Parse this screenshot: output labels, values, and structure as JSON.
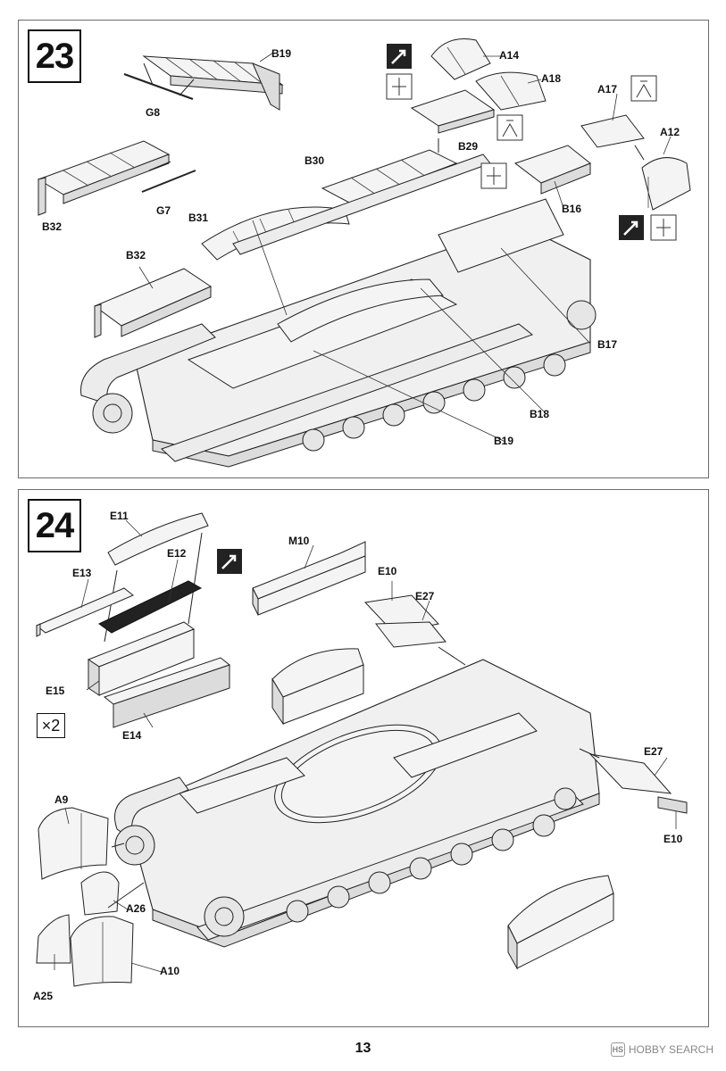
{
  "page": {
    "number": "13"
  },
  "watermark": {
    "text": "HOBBY SEARCH",
    "logo": "HS"
  },
  "step23": {
    "number": "23",
    "labels": {
      "B19a": "B19",
      "G8": "G8",
      "A14": "A14",
      "A18": "A18",
      "A17": "A17",
      "A12": "A12",
      "B29": "B29",
      "B16": "B16",
      "B32a": "B32",
      "G7": "G7",
      "B30": "B30",
      "B31": "B31",
      "B32b": "B32",
      "B17": "B17",
      "B18": "B18",
      "B19b": "B19"
    }
  },
  "step24": {
    "number": "24",
    "multiplier": "×2",
    "labels": {
      "E11": "E11",
      "E12": "E12",
      "E13": "E13",
      "M10": "M10",
      "E10a": "E10",
      "E27a": "E27",
      "E15": "E15",
      "E14": "E14",
      "E27b": "E27",
      "E10b": "E10",
      "A9": "A9",
      "A26": "A26",
      "A10": "A10",
      "A25": "A25"
    }
  },
  "icons": [
    "glue-icon",
    "cut-icon",
    "sprue-cutter-icon"
  ]
}
